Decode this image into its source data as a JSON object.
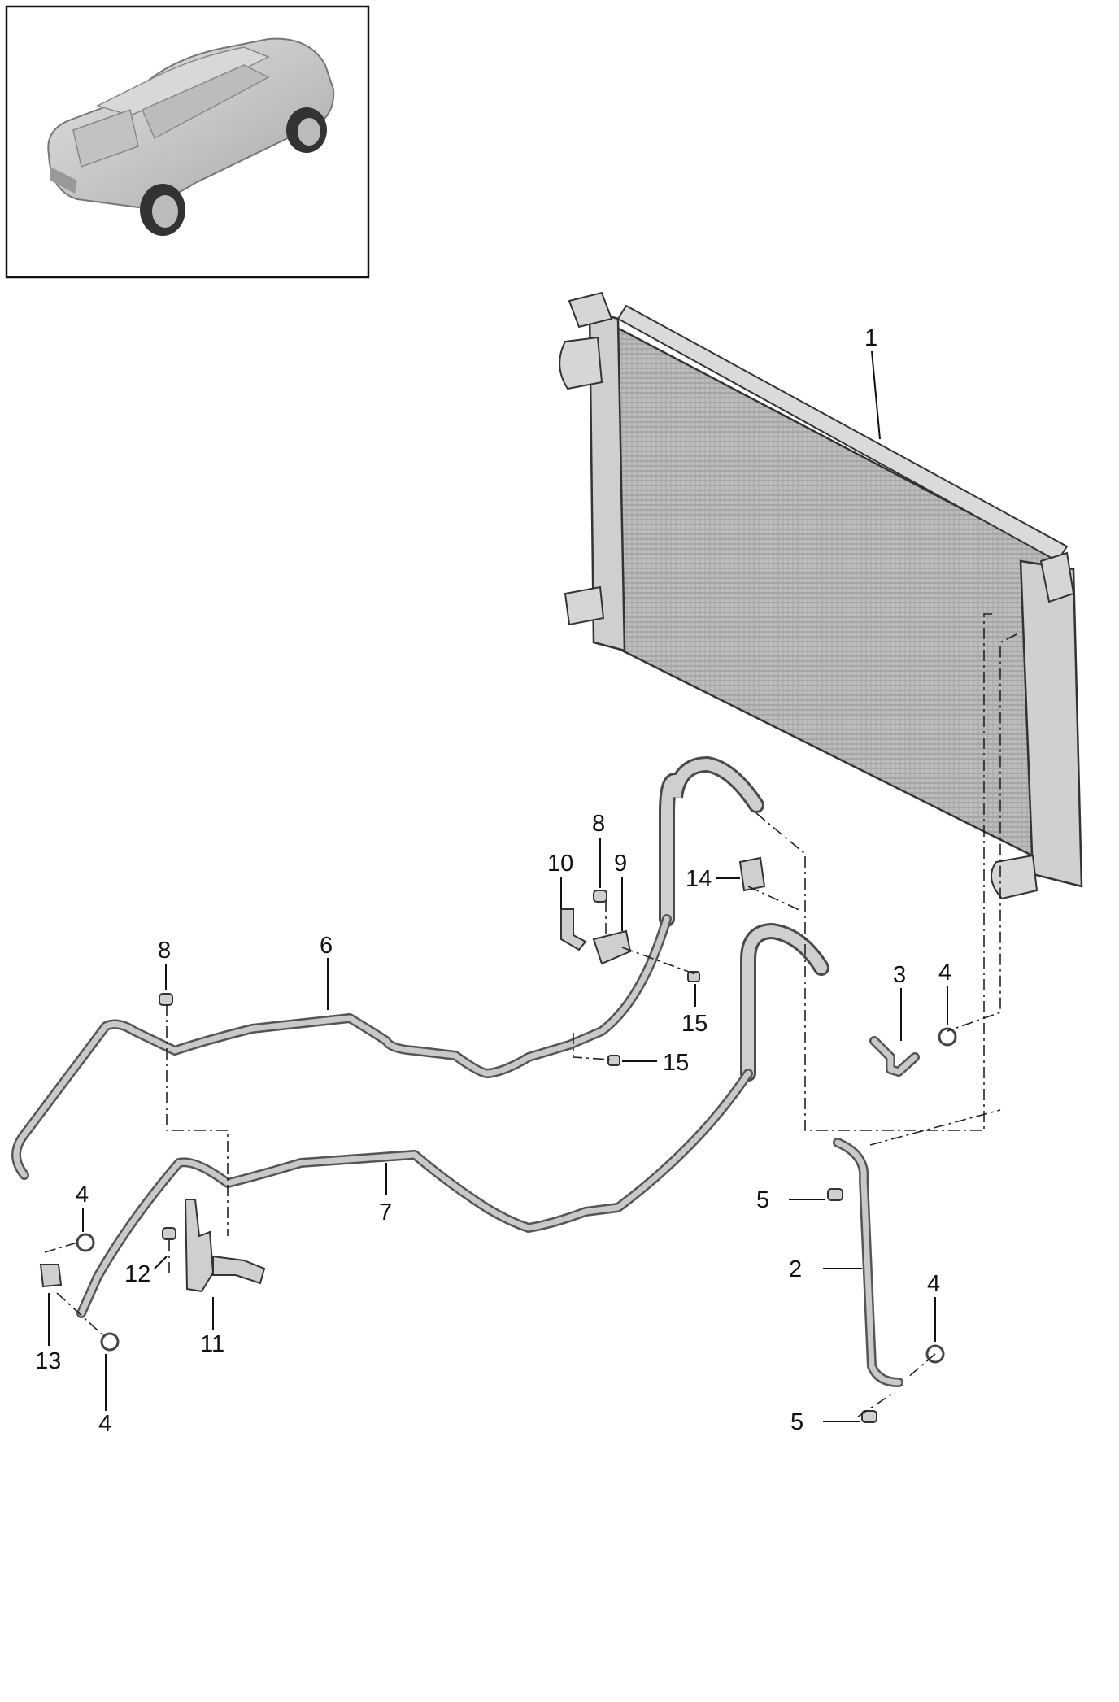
{
  "callouts": [
    {
      "id": "1",
      "label": "1"
    },
    {
      "id": "2",
      "label": "2"
    },
    {
      "id": "3",
      "label": "3"
    },
    {
      "id": "4a",
      "label": "4"
    },
    {
      "id": "4b",
      "label": "4"
    },
    {
      "id": "4c",
      "label": "4"
    },
    {
      "id": "4d",
      "label": "4"
    },
    {
      "id": "5a",
      "label": "5"
    },
    {
      "id": "5b",
      "label": "5"
    },
    {
      "id": "6",
      "label": "6"
    },
    {
      "id": "7",
      "label": "7"
    },
    {
      "id": "8a",
      "label": "8"
    },
    {
      "id": "8b",
      "label": "8"
    },
    {
      "id": "9",
      "label": "9"
    },
    {
      "id": "10",
      "label": "10"
    },
    {
      "id": "11",
      "label": "11"
    },
    {
      "id": "12",
      "label": "12"
    },
    {
      "id": "13",
      "label": "13"
    },
    {
      "id": "14",
      "label": "14"
    },
    {
      "id": "15a",
      "label": "15"
    },
    {
      "id": "15b",
      "label": "15"
    }
  ]
}
